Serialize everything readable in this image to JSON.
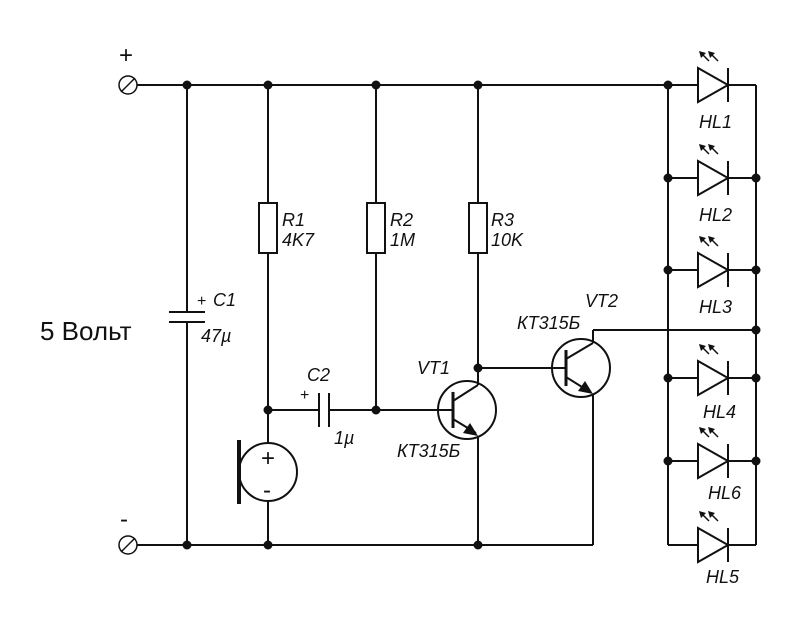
{
  "supply": {
    "plus": "+",
    "minus": "-",
    "voltage_label": "5 Вольт"
  },
  "capacitors": {
    "c1": {
      "name": "C1",
      "value": "47µ",
      "polarity": "+"
    },
    "c2": {
      "name": "C2",
      "value": "1µ",
      "polarity": "+"
    }
  },
  "resistors": {
    "r1": {
      "name": "R1",
      "value": "4K7"
    },
    "r2": {
      "name": "R2",
      "value": "1M"
    },
    "r3": {
      "name": "R3",
      "value": "10K"
    }
  },
  "microphone": {
    "plus": "+",
    "minus": "-"
  },
  "transistors": {
    "vt1": {
      "name": "VT1",
      "type": "КТ315Б"
    },
    "vt2": {
      "name": "VT2",
      "type": "КТ315Б"
    }
  },
  "leds": {
    "hl1": "HL1",
    "hl2": "HL2",
    "hl3": "HL3",
    "hl4": "HL4",
    "hl6": "HL6",
    "hl5": "HL5"
  }
}
